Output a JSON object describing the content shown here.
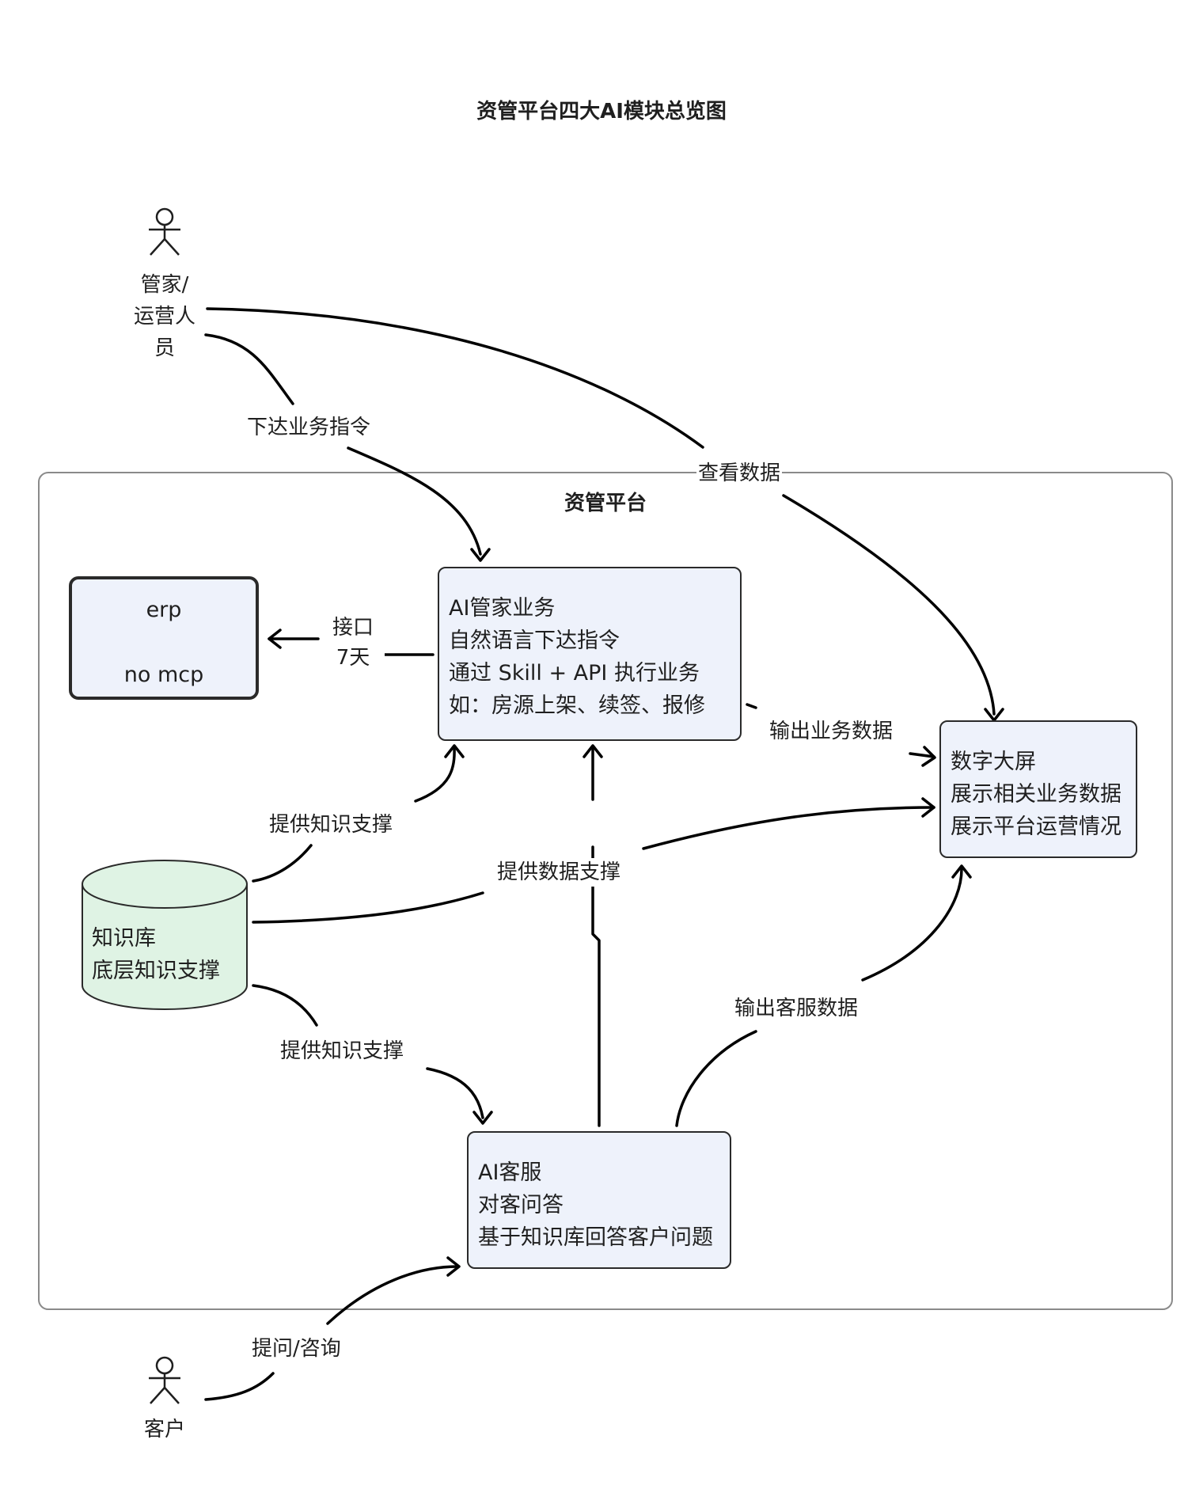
{
  "title": "资管平台四大AI模块总览图",
  "group": {
    "title": "资管平台"
  },
  "actors": {
    "manager": {
      "lines": [
        "管家/",
        "运营人",
        "员"
      ]
    },
    "customer": {
      "label": "客户"
    }
  },
  "nodes": {
    "erp": {
      "lines": [
        "erp",
        "no  mcp"
      ]
    },
    "ai_butler": {
      "lines": [
        "AI管家业务",
        "自然语言下达指令",
        "通过 Skill + API 执行业务",
        "如：房源上架、续签、报修"
      ]
    },
    "digital_screen": {
      "lines": [
        "数字大屏",
        "展示相关业务数据",
        "展示平台运营情况"
      ]
    },
    "knowledge_base": {
      "lines": [
        "知识库",
        "底层知识支撑"
      ]
    },
    "ai_cs": {
      "lines": [
        "AI客服",
        "对客问答",
        "基于知识库回答客户问题"
      ]
    }
  },
  "edges": {
    "issue_command": "下达业务指令",
    "view_data": "查看数据",
    "interface": [
      "接口",
      "7天"
    ],
    "output_business": "输出业务数据",
    "knowledge_to_butler": "提供知识支撑",
    "data_support": "提供数据支撑",
    "knowledge_to_cs": "提供知识支撑",
    "output_cs": "输出客服数据",
    "ask": "提问/咨询"
  },
  "colors": {
    "node_fill": "#eef2fb",
    "database_fill": "#dff3e4",
    "stroke": "#2a2a2a",
    "group_border": "#8a8a8a"
  }
}
